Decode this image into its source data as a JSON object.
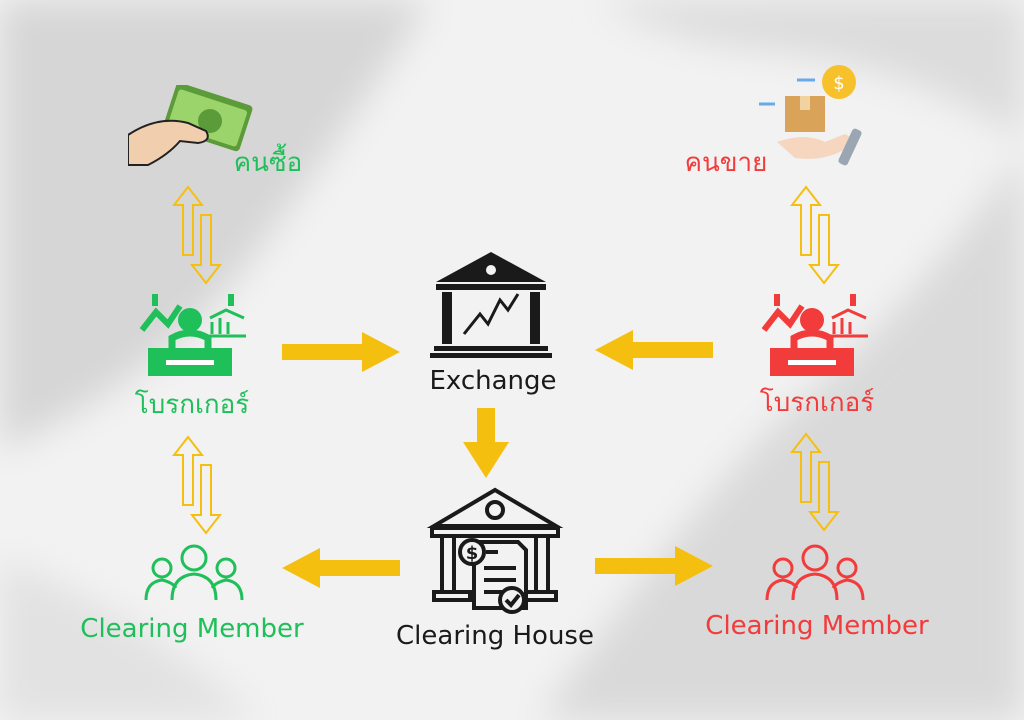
{
  "buyer": {
    "label": "คนซื้อ"
  },
  "seller": {
    "label": "คนขาย"
  },
  "broker_left": {
    "label": "โบรกเกอร์"
  },
  "broker_right": {
    "label": "โบรกเกอร์"
  },
  "exchange": {
    "label": "Exchange"
  },
  "clearing_house": {
    "label": "Clearing House"
  },
  "member_left": {
    "label": "Clearing Member"
  },
  "member_right": {
    "label": "Clearing Member"
  },
  "colors": {
    "green": "#1fbf5a",
    "red": "#f23b3b",
    "arrow": "#f5bf10",
    "dark": "#1a1a1a"
  }
}
